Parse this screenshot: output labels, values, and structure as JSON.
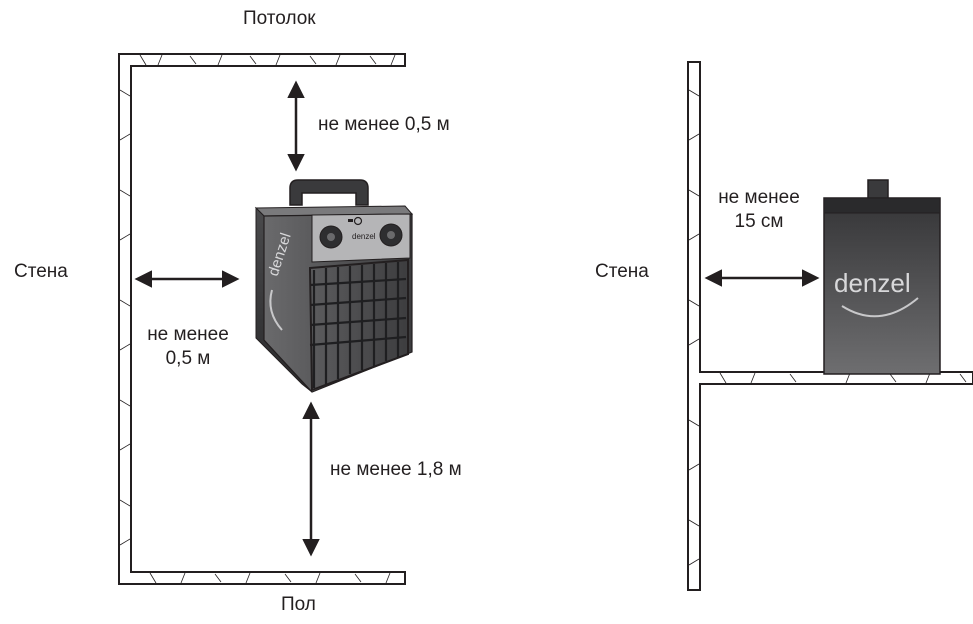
{
  "left_diagram": {
    "ceiling_label": "Потолок",
    "floor_label": "Пол",
    "wall_label": "Стена",
    "top_clearance_label": "не менее 0,5 м",
    "side_clearance_line1": "не менее",
    "side_clearance_line2": "0,5 м",
    "floor_clearance_label": "не менее 1,8 м",
    "heater_brand": "denzel",
    "heater_panel_brand": "denzel"
  },
  "right_diagram": {
    "wall_label": "Стена",
    "wall_clearance_line1": "не менее",
    "wall_clearance_line2": "15 см",
    "heater_brand": "denzel"
  },
  "colors": {
    "ink": "#231f20",
    "heater_body": "#58585a",
    "heater_dark": "#2e2e30",
    "heater_light": "#8a8a8c"
  }
}
